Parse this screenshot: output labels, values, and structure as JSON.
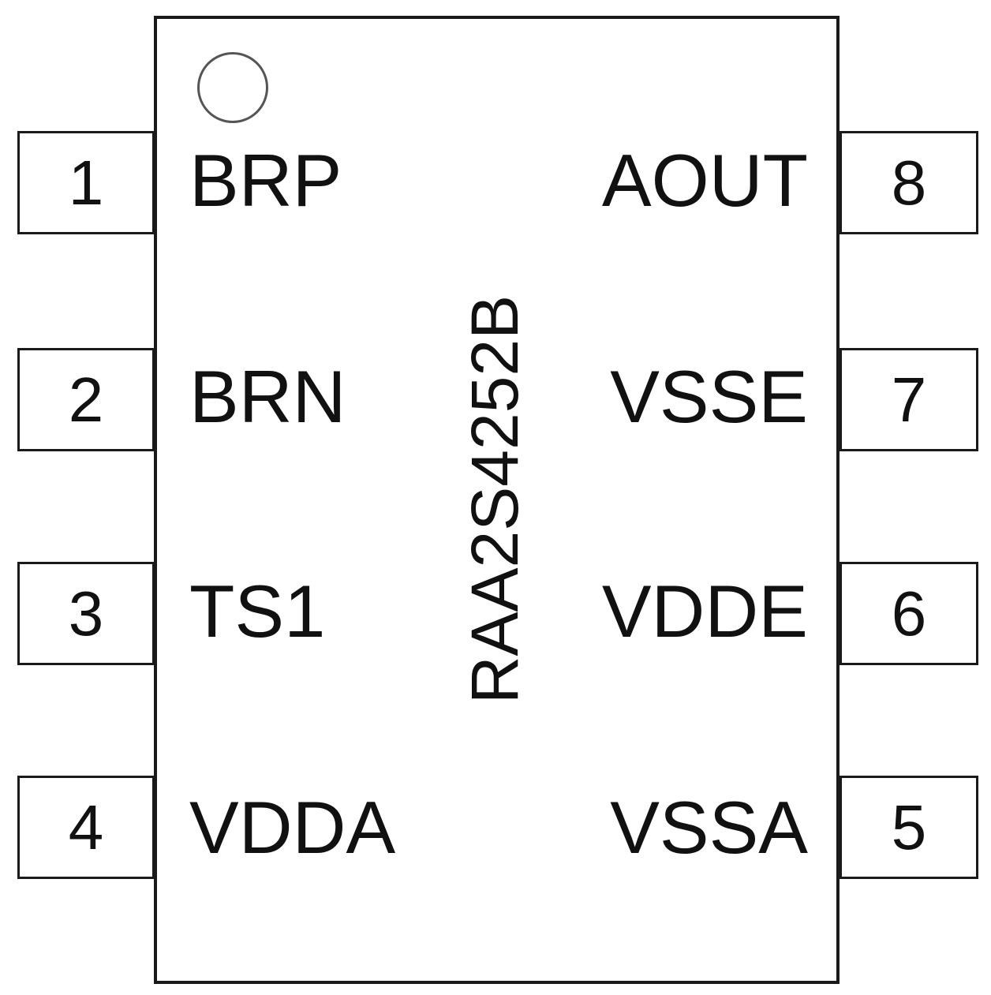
{
  "chip": {
    "part_number": "RAA2S4252B"
  },
  "pins": {
    "left": [
      {
        "number": "1",
        "name": "BRP"
      },
      {
        "number": "2",
        "name": "BRN"
      },
      {
        "number": "3",
        "name": "TS1"
      },
      {
        "number": "4",
        "name": "VDDA"
      }
    ],
    "right": [
      {
        "number": "8",
        "name": "AOUT"
      },
      {
        "number": "7",
        "name": "VSSE"
      },
      {
        "number": "6",
        "name": "VDDE"
      },
      {
        "number": "5",
        "name": "VSSA"
      }
    ]
  }
}
